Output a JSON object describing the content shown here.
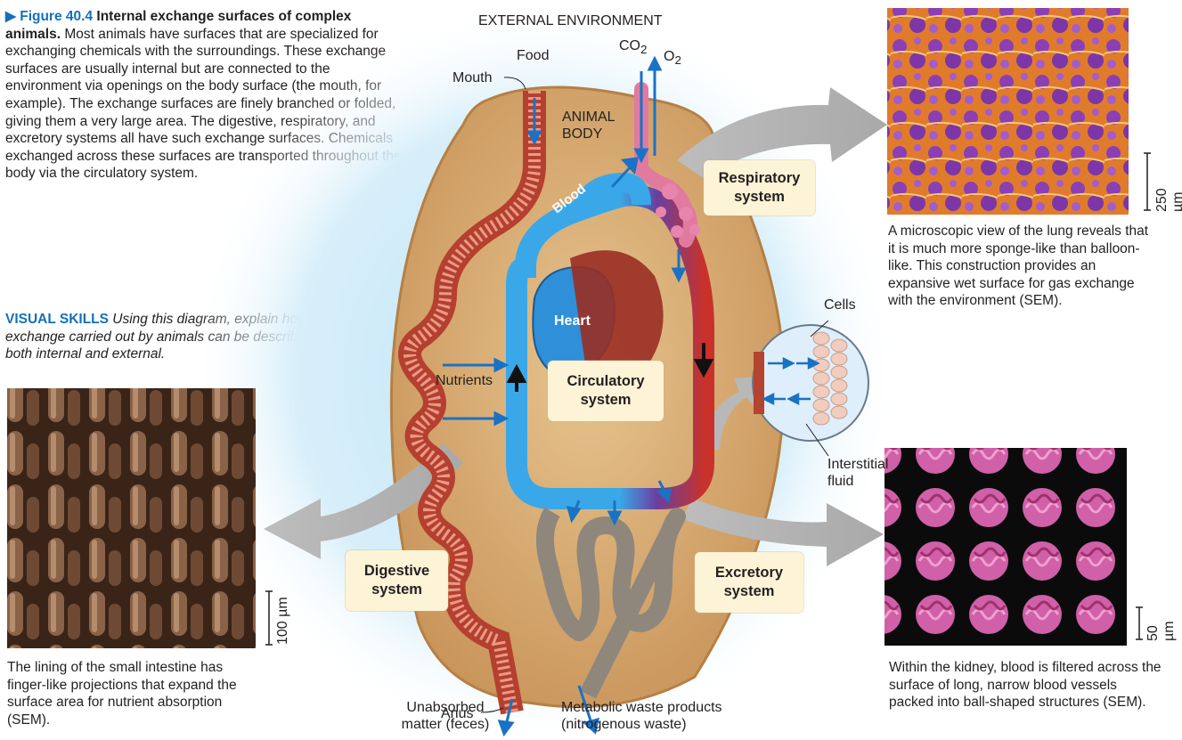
{
  "caption": {
    "figure_number": "▶ Figure 40.4",
    "figure_title": "Internal exchange surfaces of complex animals.",
    "body": "Most animals have surfaces that are specialized for exchanging chemicals with the surroundings. These exchange surfaces are usually internal but are connected to the environment via openings on the body surface (the mouth, for example). The exchange surfaces are finely branched or folded, giving them a very large area. The digestive, respiratory, and excretory systems all have such exchange surfaces. Chemicals exchanged across these surfaces are transported throughout the body via the circulatory system.",
    "visual_skills_label": "VISUAL SKILLS",
    "visual_skills_text": "Using this diagram, explain how exchange carried out by animals can be described as both internal and external."
  },
  "diagram": {
    "external_environment": "EXTERNAL ENVIRONMENT",
    "animal_body": "ANIMAL BODY",
    "food": "Food",
    "mouth": "Mouth",
    "co2": "CO",
    "co2_sub": "2",
    "o2": "O",
    "o2_sub": "2",
    "blood": "Blood",
    "heart": "Heart",
    "nutrients": "Nutrients",
    "cells": "Cells",
    "interstitial_fluid": "Interstitial fluid",
    "anus": "Anus",
    "unabsorbed": "Unabsorbed matter (feces)",
    "metabolic_waste": "Metabolic waste products (nitrogenous waste)"
  },
  "systems": {
    "respiratory": "Respiratory system",
    "circulatory": "Circulatory system",
    "digestive": "Digestive system",
    "excretory": "Excretory system"
  },
  "micrographs": {
    "lung": {
      "caption": "A microscopic view of the lung reveals that it is much more sponge-like than balloon-like. This construction provides an expansive wet surface for gas exchange with the environment (SEM).",
      "scale": "250 µm"
    },
    "intestine": {
      "caption": "The lining of the small intestine has finger-like projections that expand the surface area for nutrient absorption (SEM).",
      "scale": "100 µm"
    },
    "kidney": {
      "caption": "Within the kidney, blood is filtered across the surface of long, narrow blood vessels packed into ball-shaped structures (SEM).",
      "scale": "50 µm"
    }
  },
  "colors": {
    "accent_blue": "#1470b8",
    "body_tan": "#d9b07a",
    "blood_blue": "#3aa8e8",
    "blood_red": "#c8322a",
    "box_cream": "#fdf3d6"
  }
}
